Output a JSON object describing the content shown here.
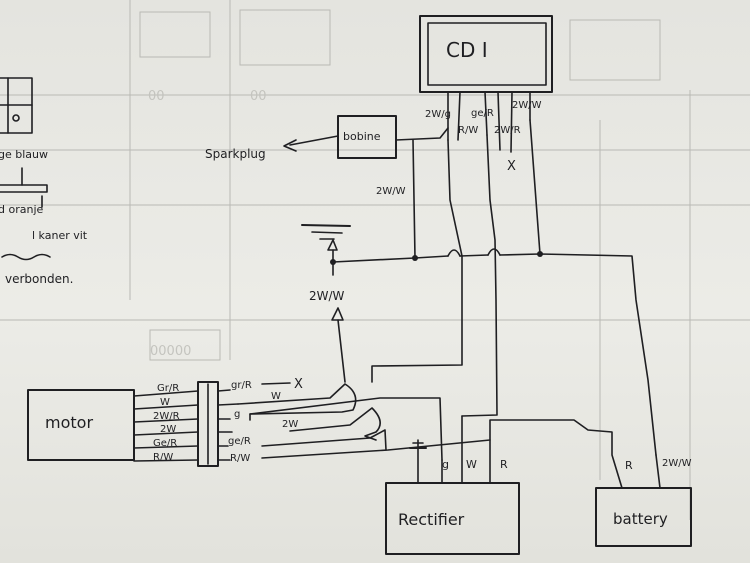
{
  "labels": {
    "cdi": "CD I",
    "bobine": "bobine",
    "sparkplug": "Sparkplug",
    "motor": "motor",
    "rectifier": "Rectifier",
    "battery": "battery",
    "cdi_pin_1": "2W/g",
    "cdi_pin_2": "ge/R",
    "cdi_pin_3": "2W/W",
    "cdi_pin_4": "R/W",
    "cdi_pin_5": "2W/R",
    "cdi_unused_mark": "X",
    "bobine_wire": "2W/W",
    "ground_wire": "2W/W",
    "motor_wires": [
      "Gr/R",
      "W",
      "2W/R",
      "2W",
      "Ge/R",
      "R/W"
    ],
    "connector_wires": [
      "gr/R",
      "W",
      "g",
      "2W",
      "ge/R",
      "R/W"
    ],
    "connector_unused_mark": "X",
    "rectifier_pins": [
      "g",
      "W",
      "R"
    ],
    "battery_pin_r": "R",
    "battery_pin_2": "2W/W"
  },
  "legend": {
    "line_1": "ge blauw",
    "line_2": "d oranje",
    "line_3": "l kaner vit",
    "line_4": "verbonden."
  }
}
